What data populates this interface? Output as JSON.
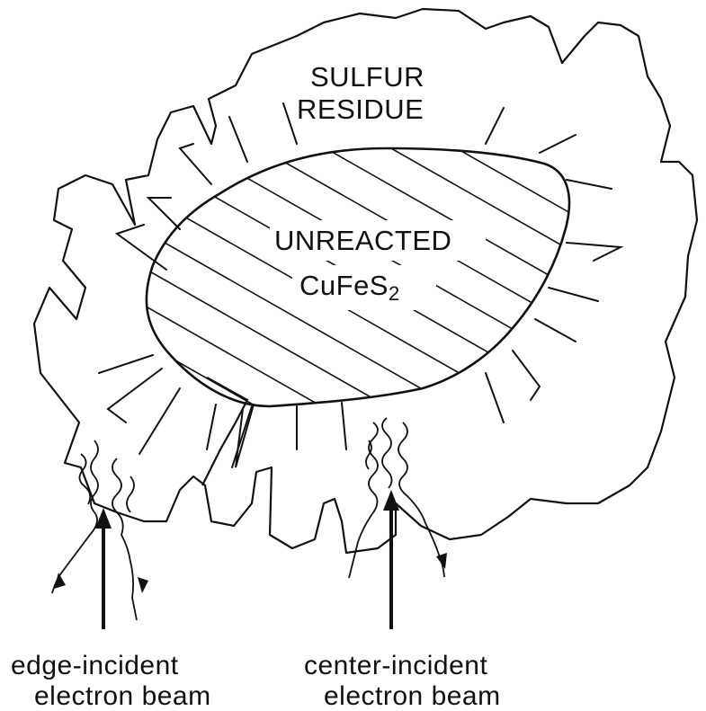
{
  "labels": {
    "sulfur_line1": "SULFUR",
    "sulfur_line2": "RESIDUE",
    "unreacted_line1": "UNREACTED",
    "chemical_formula": "CuFeS",
    "chemical_subscript": "2",
    "edge_line1": "edge-incident",
    "edge_line2": "electron beam",
    "center_line1": "center-incident",
    "center_line2": "electron beam"
  },
  "colors": {
    "ink": "#111111",
    "background": "#ffffff"
  }
}
